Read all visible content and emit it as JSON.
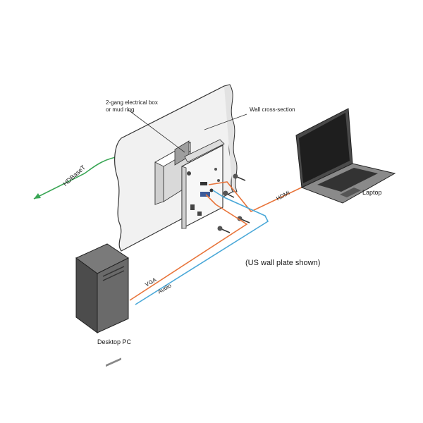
{
  "labels": {
    "electrical_box": "2-gang electrical box",
    "electrical_box_2": "or mud ring",
    "wall": "Wall cross-section",
    "hdbaset": "HDBaseT",
    "hdmi": "HDMI",
    "laptop": "Laptop",
    "us_plate": "(US wall plate shown)",
    "vga": "VGA",
    "audio": "Audio",
    "desktop": "Desktop PC"
  },
  "colors": {
    "hdbaset_cable": "#3aa655",
    "vga_hdmi_cable": "#e8743a",
    "audio_cable": "#4aa8d8",
    "wall_fill": "#f1f1f1",
    "device_dark": "#5a5a5a"
  }
}
